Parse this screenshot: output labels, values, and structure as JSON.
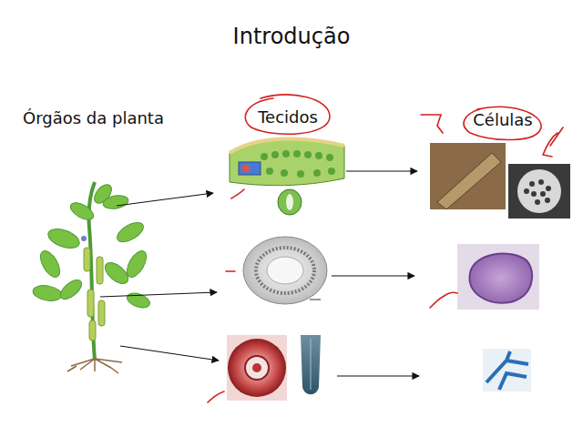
{
  "diagram": {
    "title": "Introdução",
    "labels": [
      "Órgãos da planta",
      "Tecidos",
      "Células"
    ]
  }
}
